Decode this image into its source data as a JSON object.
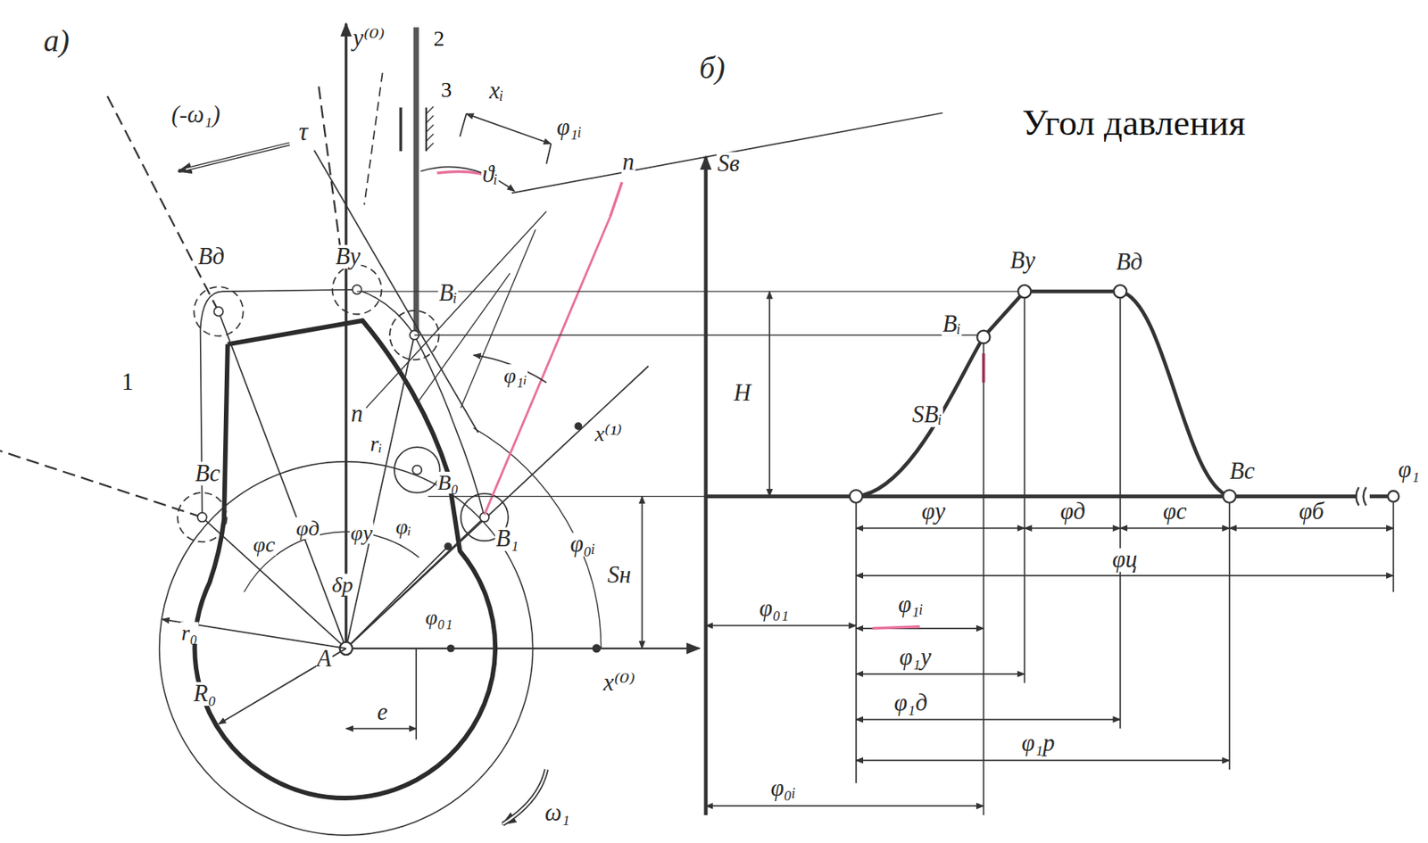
{
  "diagram": {
    "labels": [
      "а)",
      "б)",
      "y⁽⁰⁾",
      "(-ω₁)",
      "τ",
      "2",
      "3",
      "xᵢ",
      "φ₁ᵢ",
      "n",
      "ϑᵢ",
      "Угол давления",
      "Sв",
      "Bд",
      "Bу",
      "Bᵢ",
      "1",
      "n",
      "rᵢ",
      "φ₁ᵢ",
      "x⁽¹⁾",
      "Bу",
      "Bд",
      "Bᵢ",
      "H",
      "SBᵢ",
      "Bc",
      "B₀",
      "Bc",
      "φ₁",
      "B₁",
      "φ₀ᵢ",
      "φс",
      "φд",
      "φу",
      "φᵢ",
      "Sн",
      "δр",
      "φ₀₁",
      "r₀",
      "R₀",
      "A",
      "e",
      "x⁽⁰⁾",
      "ω₁",
      "φу",
      "φд",
      "φс",
      "φб",
      "φц",
      "φ₀₁",
      "φ₁ᵢ",
      "φ₁у",
      "φ₁д",
      "φ₁р",
      "φ₀ᵢ"
    ]
  }
}
